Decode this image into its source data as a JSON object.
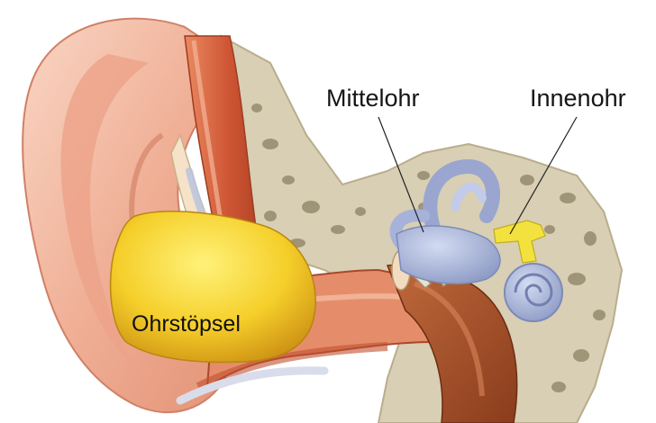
{
  "labels": {
    "middle_ear": "Mittelohr",
    "inner_ear": "Innenohr",
    "earplug": "Ohrstöpsel"
  },
  "colors": {
    "skin": "#f2b49a",
    "muscle": "#d2603c",
    "bone": "#d9d0b6",
    "cochlea": "#a9b4d8",
    "earplug": "#f0c22a",
    "nerve": "#f2e23a"
  }
}
